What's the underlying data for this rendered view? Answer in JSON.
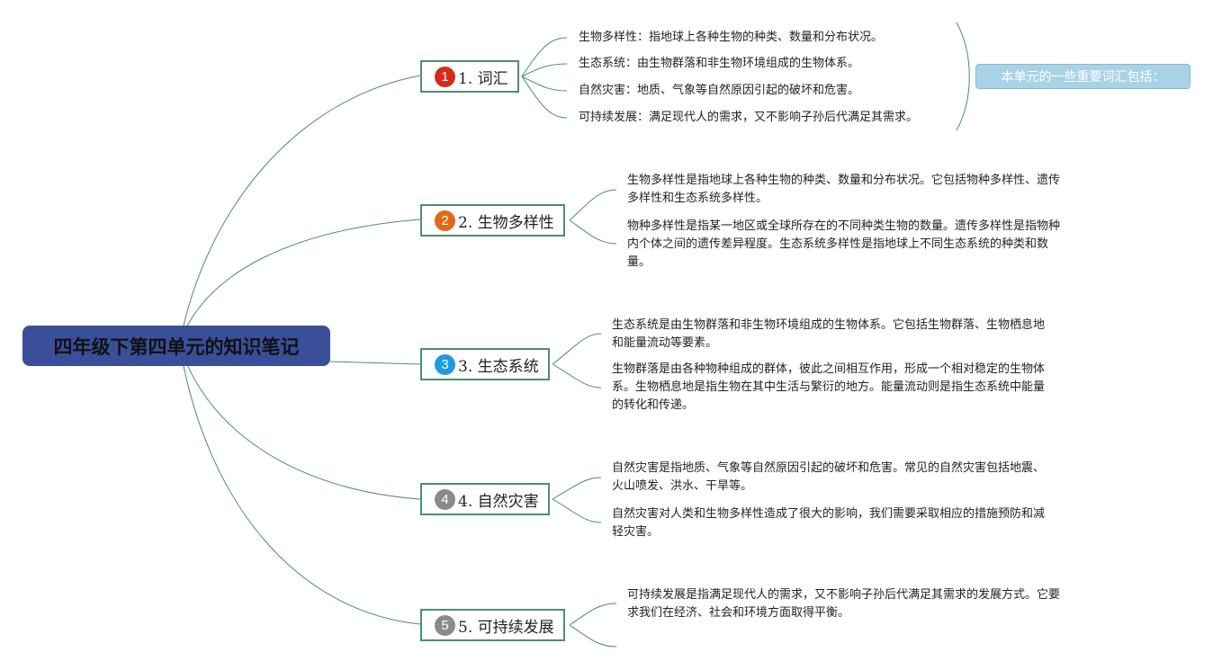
{
  "root": {
    "title": "四年级下第四单元的知识笔记"
  },
  "colors": {
    "root_fill": "#3a4f9a",
    "link": "#4e8c76",
    "badge_1": "#d32b1e",
    "badge_2": "#e06a16",
    "badge_3": "#1f9be0",
    "badge_4": "#8a8a8a",
    "badge_5": "#8a8a8a",
    "summary_fill": "#a8d3e6"
  },
  "topics": [
    {
      "badge": "1",
      "label": "1. 词汇",
      "items": [
        "生物多样性：指地球上各种生物的种类、数量和分布状况。",
        "生态系统：由生物群落和非生物环境组成的生物体系。",
        "自然灾害：地质、气象等自然原因引起的破坏和危害。",
        "可持续发展：满足现代人的需求，又不影响子孙后代满足其需求。"
      ]
    },
    {
      "badge": "2",
      "label": "2. 生物多样性",
      "items": [
        "生物多样性是指地球上各种生物的种类、数量和分布状况。它包括物种多样性、遗传多样性和生态系统多样性。",
        "物种多样性是指某一地区或全球所存在的不同种类生物的数量。遗传多样性是指物种内个体之间的遗传差异程度。生态系统多样性是指地球上不同生态系统的种类和数量。"
      ]
    },
    {
      "badge": "3",
      "label": "3. 生态系统",
      "items": [
        "生态系统是由生物群落和非生物环境组成的生物体系。它包括生物群落、生物栖息地和能量流动等要素。",
        "生物群落是由各种物种组成的群体，彼此之间相互作用，形成一个相对稳定的生物体系。生物栖息地是指生物在其中生活与繁衍的地方。能量流动则是指生态系统中能量的转化和传递。"
      ]
    },
    {
      "badge": "4",
      "label": "4. 自然灾害",
      "items": [
        "自然灾害是指地质、气象等自然原因引起的破坏和危害。常见的自然灾害包括地震、火山喷发、洪水、干旱等。",
        "自然灾害对人类和生物多样性造成了很大的影响，我们需要采取相应的措施预防和减轻灾害。"
      ]
    },
    {
      "badge": "5",
      "label": "5. 可持续发展",
      "items": [
        "可持续发展是指满足现代人的需求，又不影响子孙后代满足其需求的发展方式。它要求我们在经济、社会和环境方面取得平衡。"
      ]
    }
  ],
  "summary": {
    "text": "本单元的一些重要词汇包括："
  }
}
